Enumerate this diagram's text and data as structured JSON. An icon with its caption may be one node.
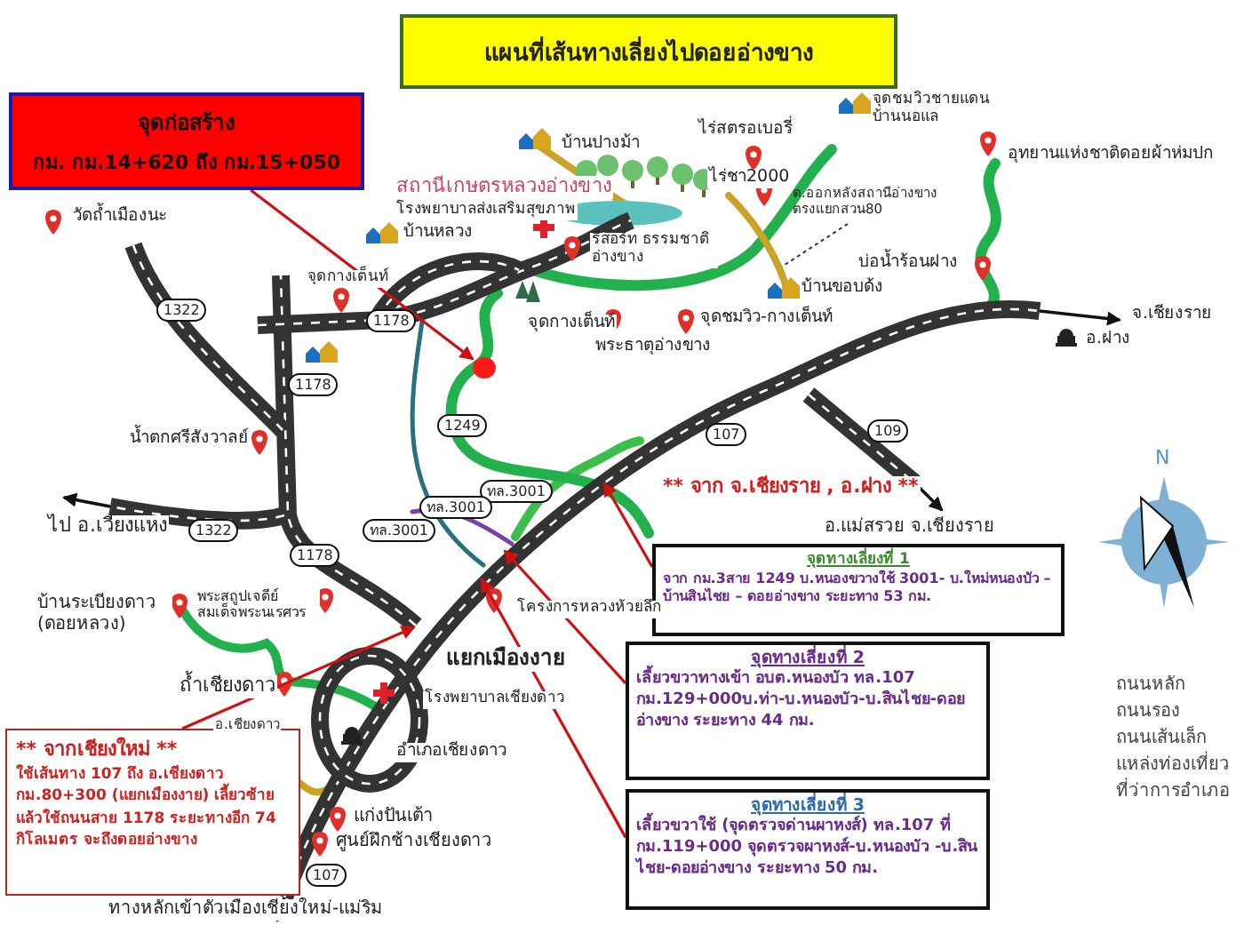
{
  "diagram": {
    "title": "แผนที่เส้นทางเลี่ยงไปดอยอ่างขาง",
    "nodes": [
      {
        "text": [
          "จุดก่อสร้าง",
          "กม. กม.14+620 ถึง กม.15+050"
        ]
      },
      {
        "text": [],
        "shape": "circle"
      },
      {
        "text": [
          "จุดทางเลี่ยงที่ 1",
          "จาก กม.3สาย 1249 บ.หนองขวางใช้ 3001- บ.ใหม่หนองบัว – บ้านสินไชย – ดอยอ่างขาง ระยะทาง 53 กม."
        ]
      },
      {
        "text": [
          "จุดทางเลี่ยงที่ 2",
          "เลี้ยวขวาทางเข้า อบต.หนองบัว ทล.107 กม.129+000บ.ท่า-บ.หนองบัว-บ.สินไชย-ดอยอ่างขาง ระยะทาง 44 กม."
        ]
      },
      {
        "text": [
          "จุดทางเลี่ยงที่ 3",
          "เลี้ยวขวาใช้ (จุดตรวจด่านผาหงส์) ทล.107 ที่ กม.119+000 จุดตรวจผาหงส์-บ.หนองบัว -บ.สินไชย-ดอยอ่างขาง ระยะทาง 50 กม."
        ]
      },
      {
        "text": [
          "** จากเชียงใหม่ **",
          "ใช้เส้นทาง 107 ถึง อ.เชียงดาว กม.80+300 (แยกเมืองงาย) เลี้ยวซ้าย แล้วใช้ถนนสาย 1178 ระยะทางอีก 74 กิโลเมตร จะถึงดอยอ่างขาง"
        ]
      },
      {
        "text": [
          "ต.ออกหลังสถานีอ่างขาง ตรงแยกสวน80"
        ]
      }
    ],
    "edges": [
      {
        "from": 0,
        "to": 1,
        "arrow": "to"
      },
      {
        "from": 2,
        "to": null,
        "arrow": "to"
      },
      {
        "from": 3,
        "to": null,
        "arrow": "to"
      },
      {
        "from": 4,
        "to": null,
        "arrow": "to"
      },
      {
        "from": 5,
        "to": null,
        "arrow": "to"
      },
      {
        "from": 6,
        "to": null,
        "arrow": "none",
        "style": "dashed",
        "color": "#333333"
      }
    ],
    "labels": [
      "สถานีเกษตรหลวงอ่างขาง",
      "บ้านปางม้า",
      "ไร่สตรอเบอรี่",
      "ไร่ชา2000",
      "จุดชมวิวชายแดน บ้านนอแล",
      "อุทยานแห่งชาติดอยผ้าห่มปก",
      "โรงพยาบาลส่งเสริมสุขภาพ",
      "บ้านหลวง",
      "วัดถ้ำเมืองนะ",
      "จุดกางเต็นท์",
      "รีสอร์ท ธรรมชาติอ่างขาง",
      "บ่อน้ำร้อนฝาง",
      "จุดกางเต็นท์",
      "บ้านขอบด้ง",
      "จุดชมวิว-กางเต็นท์",
      "พระธาตุอ่างขาง",
      "จ.เชียงราย",
      "อ.ฝาง",
      "น้ำตกศรีสังวาลย์",
      "ไป อ.เวียงแหง",
      "** จาก จ.เชียงราย , อ.ฝาง **",
      "อ.แม่สรวย จ.เชียงราย",
      "N",
      "บ้านระเบียงดาว (ดอยหลวง)",
      "พระสถูปเจดีย์ สมเด็จพระนเรศวร",
      "แยกเมืองงาย",
      "โครงการหลวงห้วยลึก",
      "ถ้ำเชียงดาว",
      "โรงพยาบาลเชียงดาว",
      "อ.เชียงดาว",
      "อำเภอเชียงดาว",
      "แก่งปันเต้า",
      "ศูนย์ฝึกช้างเชียงดาว",
      "ทางหลักเข้าตัวเมืองเชียงใหม่-แม่ริม",
      "1322",
      "1178",
      "1178",
      "1249",
      "107",
      "109",
      "1322",
      "1178",
      "ทล.3001",
      "ทล.3001",
      "ทล.3001",
      "107"
    ],
    "legend": [
      {
        "text": "ถนนหลัก"
      },
      {
        "text": "ถนนรอง"
      },
      {
        "text": "ถนนเส้นเล็ก"
      },
      {
        "text": "แหล่งท่องเที่ยว"
      },
      {
        "text": "ที่ว่าการอำเภอ"
      }
    ]
  }
}
